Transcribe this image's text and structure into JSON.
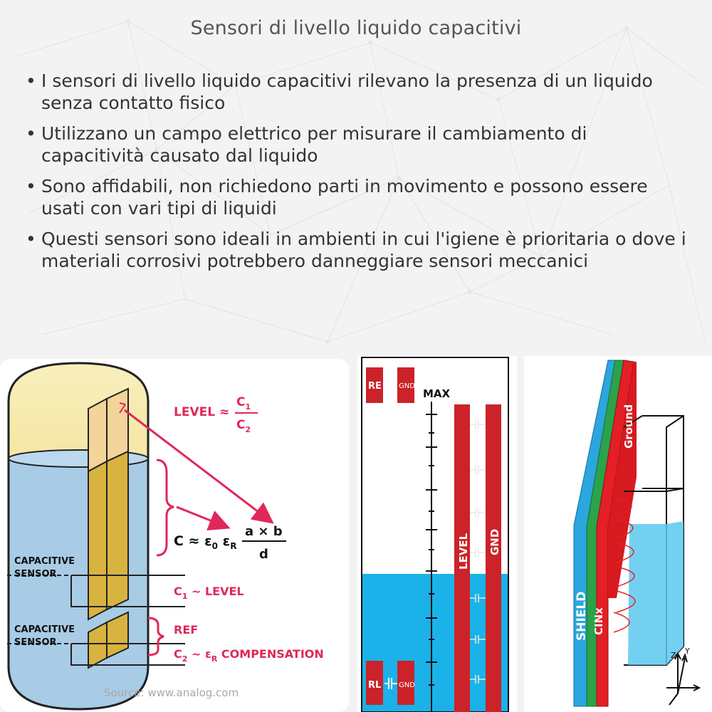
{
  "title": "Sensori di livello liquido capacitivi",
  "bullets": [
    "I sensori di livello liquido capacitivi rilevano la presenza di un liquido senza contatto fisico",
    "Utilizzano un campo elettrico per misurare il cambiamento di capacitività causato dal liquido",
    "Sono affidabili, non richiedono parti in movimento e possono essere usati con vari tipi di liquidi",
    "Questi sensori sono ideali in ambienti in cui l'igiene è prioritaria o dove i materiali corrosivi potrebbero danneggiare sensori meccanici"
  ],
  "diagram_left": {
    "level_label": "LEVEL ≈",
    "c1": "C",
    "c1_sub": "1",
    "c2": "C",
    "c2_sub": "2",
    "formula_lhs": "C ≈ ε",
    "formula_sub0": "0",
    "formula_eps": " ε",
    "formula_subR": "R",
    "formula_num": "a × b",
    "formula_den": "d",
    "sensor_label_1": [
      "CAPACITIVE",
      "SENSOR"
    ],
    "sensor_label_2": [
      "CAPACITIVE",
      "SENSOR"
    ],
    "c1_level": "~ LEVEL",
    "ref": "REF",
    "c2_comp_mid": "~ ε",
    "c2_comp_end": " COMPENSATION"
  },
  "diagram_middle": {
    "re": "RE",
    "gnd_top": "GND",
    "max": "MAX",
    "level": "LEVEL",
    "gnd_bar": "GND",
    "rl": "RL",
    "gnd_bottom": "GND"
  },
  "diagram_right": {
    "shield": "SHIELD",
    "cinx": "CINx",
    "ground": "Ground",
    "axis_z": "Z",
    "axis_y": "Y"
  },
  "source": "Source: www.analog.com",
  "colors": {
    "liquid": "#a8cbe6",
    "air": "#f8eeb8",
    "electrode": "#d9b340",
    "accent_red": "#e0285a",
    "bar_red": "#cc2229",
    "water_cyan": "#1ab2e8",
    "shield_blue": "#2ba6de",
    "cinx_green": "#2aa34a"
  }
}
